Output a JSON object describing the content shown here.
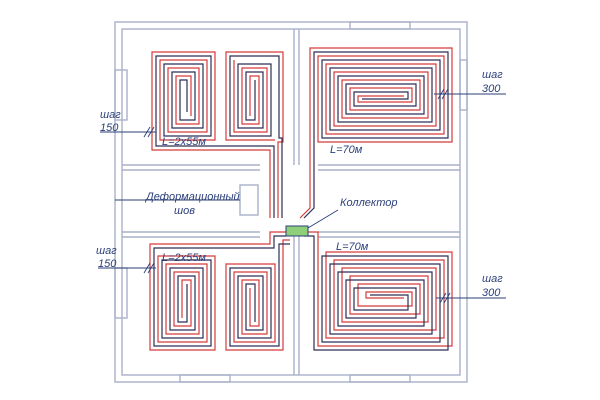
{
  "colors": {
    "wall": "#a9b1c9",
    "ink": "#2b3f7a",
    "supply": "#d83a3a",
    "return": "#2d2f55",
    "manifold": "#8fcf7a"
  },
  "labels": {
    "length_small_top": "L=2x55м",
    "length_small_bottom": "L=2x55м",
    "length_large_top": "L=70м",
    "length_large_bottom": "L=70м",
    "step_left_top_word": "шаг",
    "step_left_top_value": "150",
    "step_left_bottom_word": "шаг",
    "step_left_bottom_value": "150",
    "step_right_top_word": "шаг",
    "step_right_top_value": "300",
    "step_right_bottom_word": "шаг",
    "step_right_bottom_value": "300",
    "expansion_joint_line1": "Деформационный",
    "expansion_joint_line2": "шов",
    "manifold": "Коллектор"
  }
}
